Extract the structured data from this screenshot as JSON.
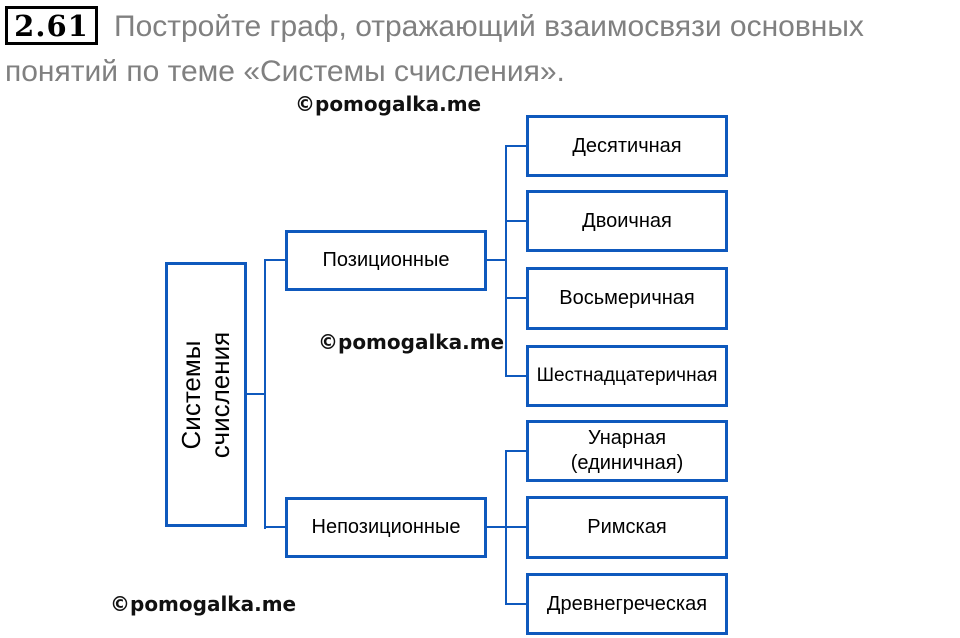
{
  "colors": {
    "accent_blue": "#0f59bd",
    "title_gray": "#808080",
    "text": "#000000",
    "background": "#ffffff"
  },
  "header": {
    "task_number": "2.61",
    "title_line1": "Постройте граф, отражающий взаимосвязи основных",
    "title_line2": "понятий по теме «Системы счисления»."
  },
  "watermarks": {
    "top": "©pomogalka.me",
    "middle": "©pomogalka.me",
    "bottom": "©pomogalka.me"
  },
  "diagram": {
    "root": {
      "line1": "Системы",
      "line2": "счисления"
    },
    "positional": {
      "label": "Позиционные",
      "children": [
        {
          "label": "Десятичная"
        },
        {
          "label": "Двоичная"
        },
        {
          "label": "Восьмеричная"
        },
        {
          "label": "Шестнадцатеричная"
        }
      ]
    },
    "non_positional": {
      "label": "Непозиционные",
      "children": [
        {
          "line1": "Унарная",
          "line2": "(единичная)"
        },
        {
          "label": "Римская"
        },
        {
          "label": "Древнегреческая"
        }
      ]
    }
  }
}
